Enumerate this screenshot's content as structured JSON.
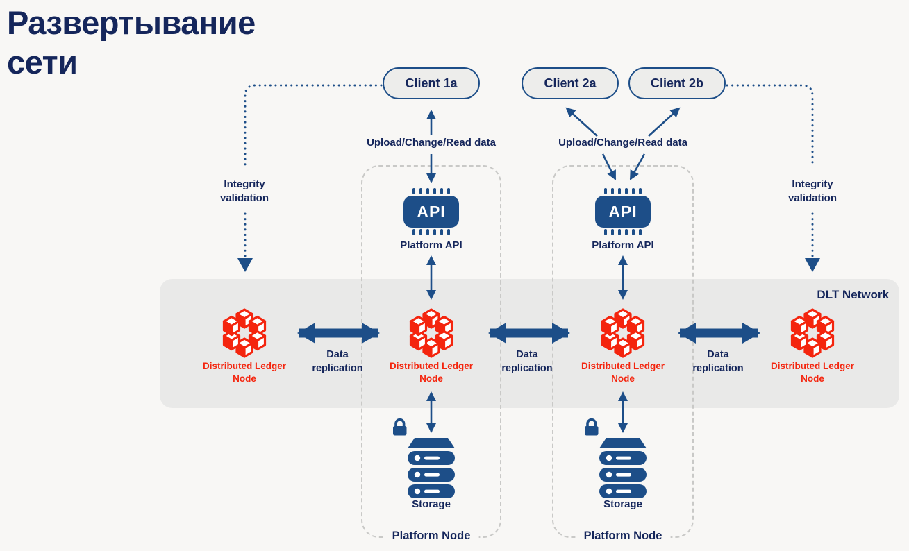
{
  "title": {
    "line1": "Развертывание",
    "line2": "сети"
  },
  "colors": {
    "background": "#f8f7f5",
    "navy_text": "#15265b",
    "diagram_blue": "#1d4e88",
    "node_red": "#f4250e",
    "band_gray": "#e9e9e8",
    "client_fill": "#ededeb",
    "dashed_border": "#c9c9c7"
  },
  "clients": [
    {
      "label": "Client 1a"
    },
    {
      "label": "Client 2a"
    },
    {
      "label": "Client 2b"
    }
  ],
  "upload_labels": [
    {
      "text": "Upload/Change/Read data"
    },
    {
      "text": "Upload/Change/Read data"
    }
  ],
  "integrity_labels": [
    {
      "text": "Integrity validation"
    },
    {
      "text": "Integrity validation"
    }
  ],
  "dlt_network": {
    "label": "DLT Network"
  },
  "ledger_nodes": [
    {
      "label": "Distributed Ledger Node"
    },
    {
      "label": "Distributed Ledger Node"
    },
    {
      "label": "Distributed Ledger Node"
    },
    {
      "label": "Distributed Ledger Node"
    }
  ],
  "replication_labels": [
    {
      "text": "Data replication"
    },
    {
      "text": "Data replication"
    },
    {
      "text": "Data replication"
    }
  ],
  "platform_nodes": [
    {
      "chip_text": "API",
      "api_label": "Platform API",
      "storage_label": "Storage",
      "box_label": "Platform Node"
    },
    {
      "chip_text": "API",
      "api_label": "Platform API",
      "storage_label": "Storage",
      "box_label": "Platform Node"
    }
  ]
}
